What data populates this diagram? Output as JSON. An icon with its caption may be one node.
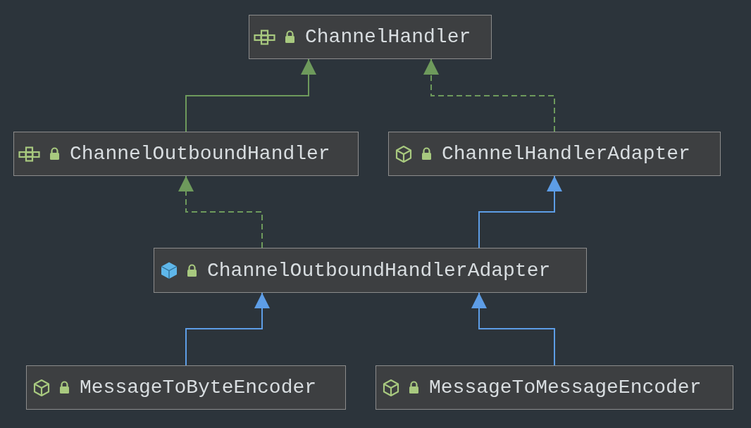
{
  "diagram": {
    "nodes": [
      {
        "text": [
          "ChannelHandler"
        ]
      },
      {
        "text": [
          "ChannelOutboundHandler"
        ]
      },
      {
        "text": [
          "ChannelHandlerAdapter"
        ]
      },
      {
        "text": [
          "ChannelOutboundHandlerAdapter"
        ]
      },
      {
        "text": [
          "MessageToByteEncoder"
        ]
      },
      {
        "text": [
          "MessageToMessageEncoder"
        ]
      }
    ],
    "edges": [
      {
        "from": 1,
        "to": 0,
        "arrow": "to",
        "color": "#6e9a5c"
      },
      {
        "from": 2,
        "to": 0,
        "arrow": "to",
        "style": "dashed",
        "color": "#6e9a5c"
      },
      {
        "from": 3,
        "to": 1,
        "arrow": "to",
        "style": "dashed",
        "color": "#6e9a5c"
      },
      {
        "from": 3,
        "to": 2,
        "arrow": "to",
        "color": "#5d9de6"
      },
      {
        "from": 4,
        "to": 3,
        "arrow": "to",
        "color": "#5d9de6"
      },
      {
        "from": 5,
        "to": 3,
        "arrow": "to",
        "color": "#5d9de6"
      }
    ]
  }
}
